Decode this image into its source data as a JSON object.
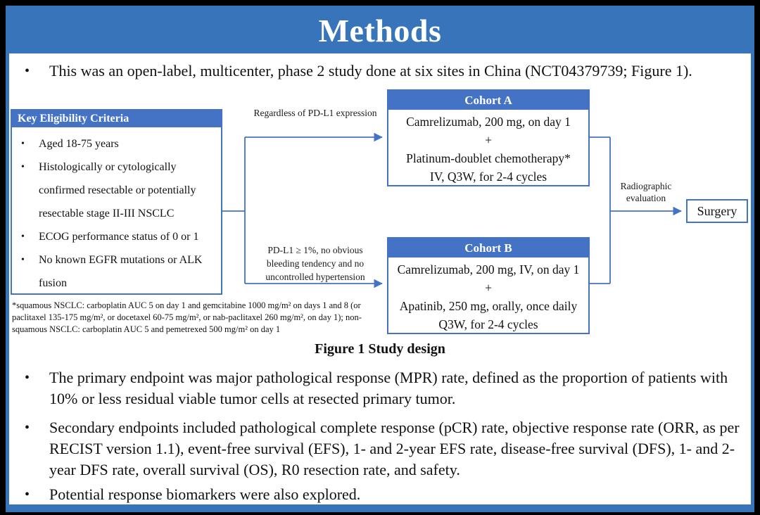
{
  "slide": {
    "title": "Methods",
    "bullet_char": "•",
    "colors": {
      "frame_blue": "#3774B9",
      "box_blue": "#4472C4",
      "text": "#111111",
      "background": "#000000",
      "content_bg": "#FFFFFF"
    },
    "intro": "This was an open-label, multicenter, phase 2 study done at six sites in China (NCT04379739; Figure 1).",
    "figure": {
      "eligibility": {
        "header": "Key Eligibility Criteria",
        "items": [
          "Aged 18-75 years",
          "Histologically or cytologically confirmed resectable or potentially resectable stage II-III NSCLC",
          "ECOG performance status of 0 or 1",
          "No known EGFR mutations or ALK fusion"
        ]
      },
      "branch_a_label": "Regardless of PD-L1 expression",
      "branch_b_label": "PD-L1 ≥ 1%, no obvious bleeding tendency and no uncontrolled hypertension",
      "cohort_a": {
        "header": "Cohort A",
        "lines": [
          "Camrelizumab, 200 mg, on day 1",
          "+",
          "Platinum-doublet chemotherapy*",
          "IV, Q3W, for 2-4 cycles"
        ]
      },
      "cohort_b": {
        "header": "Cohort B",
        "lines": [
          "Camrelizumab, 200 mg, IV, on day 1",
          "+",
          "Apatinib, 250 mg, orally, once daily",
          "Q3W, for 2-4 cycles"
        ]
      },
      "evaluation_label": "Radiographic evaluation",
      "surgery_label": "Surgery",
      "footnote": "*squamous NSCLC: carboplatin AUC 5 on day 1 and gemcitabine 1000 mg/m² on days 1 and 8 (or paclitaxel 135-175 mg/m², or docetaxel 60-75 mg/m², or nab-paclitaxel 260 mg/m², on day 1); non-squamous NSCLC: carboplatin AUC 5 and pemetrexed 500 mg/m² on day 1",
      "caption": "Figure 1 Study design"
    },
    "bullets": [
      "The primary endpoint was major pathological response (MPR) rate, defined as the proportion of patients with 10% or less residual viable tumor cells at resected primary tumor.",
      "Secondary endpoints included pathological complete response (pCR) rate, objective response rate (ORR, as per RECIST version 1.1), event-free survival (EFS), 1- and 2-year EFS rate, disease-free survival (DFS), 1- and 2-year DFS rate, overall survival (OS), R0 resection rate, and safety.",
      "Potential response biomarkers were also explored."
    ]
  }
}
